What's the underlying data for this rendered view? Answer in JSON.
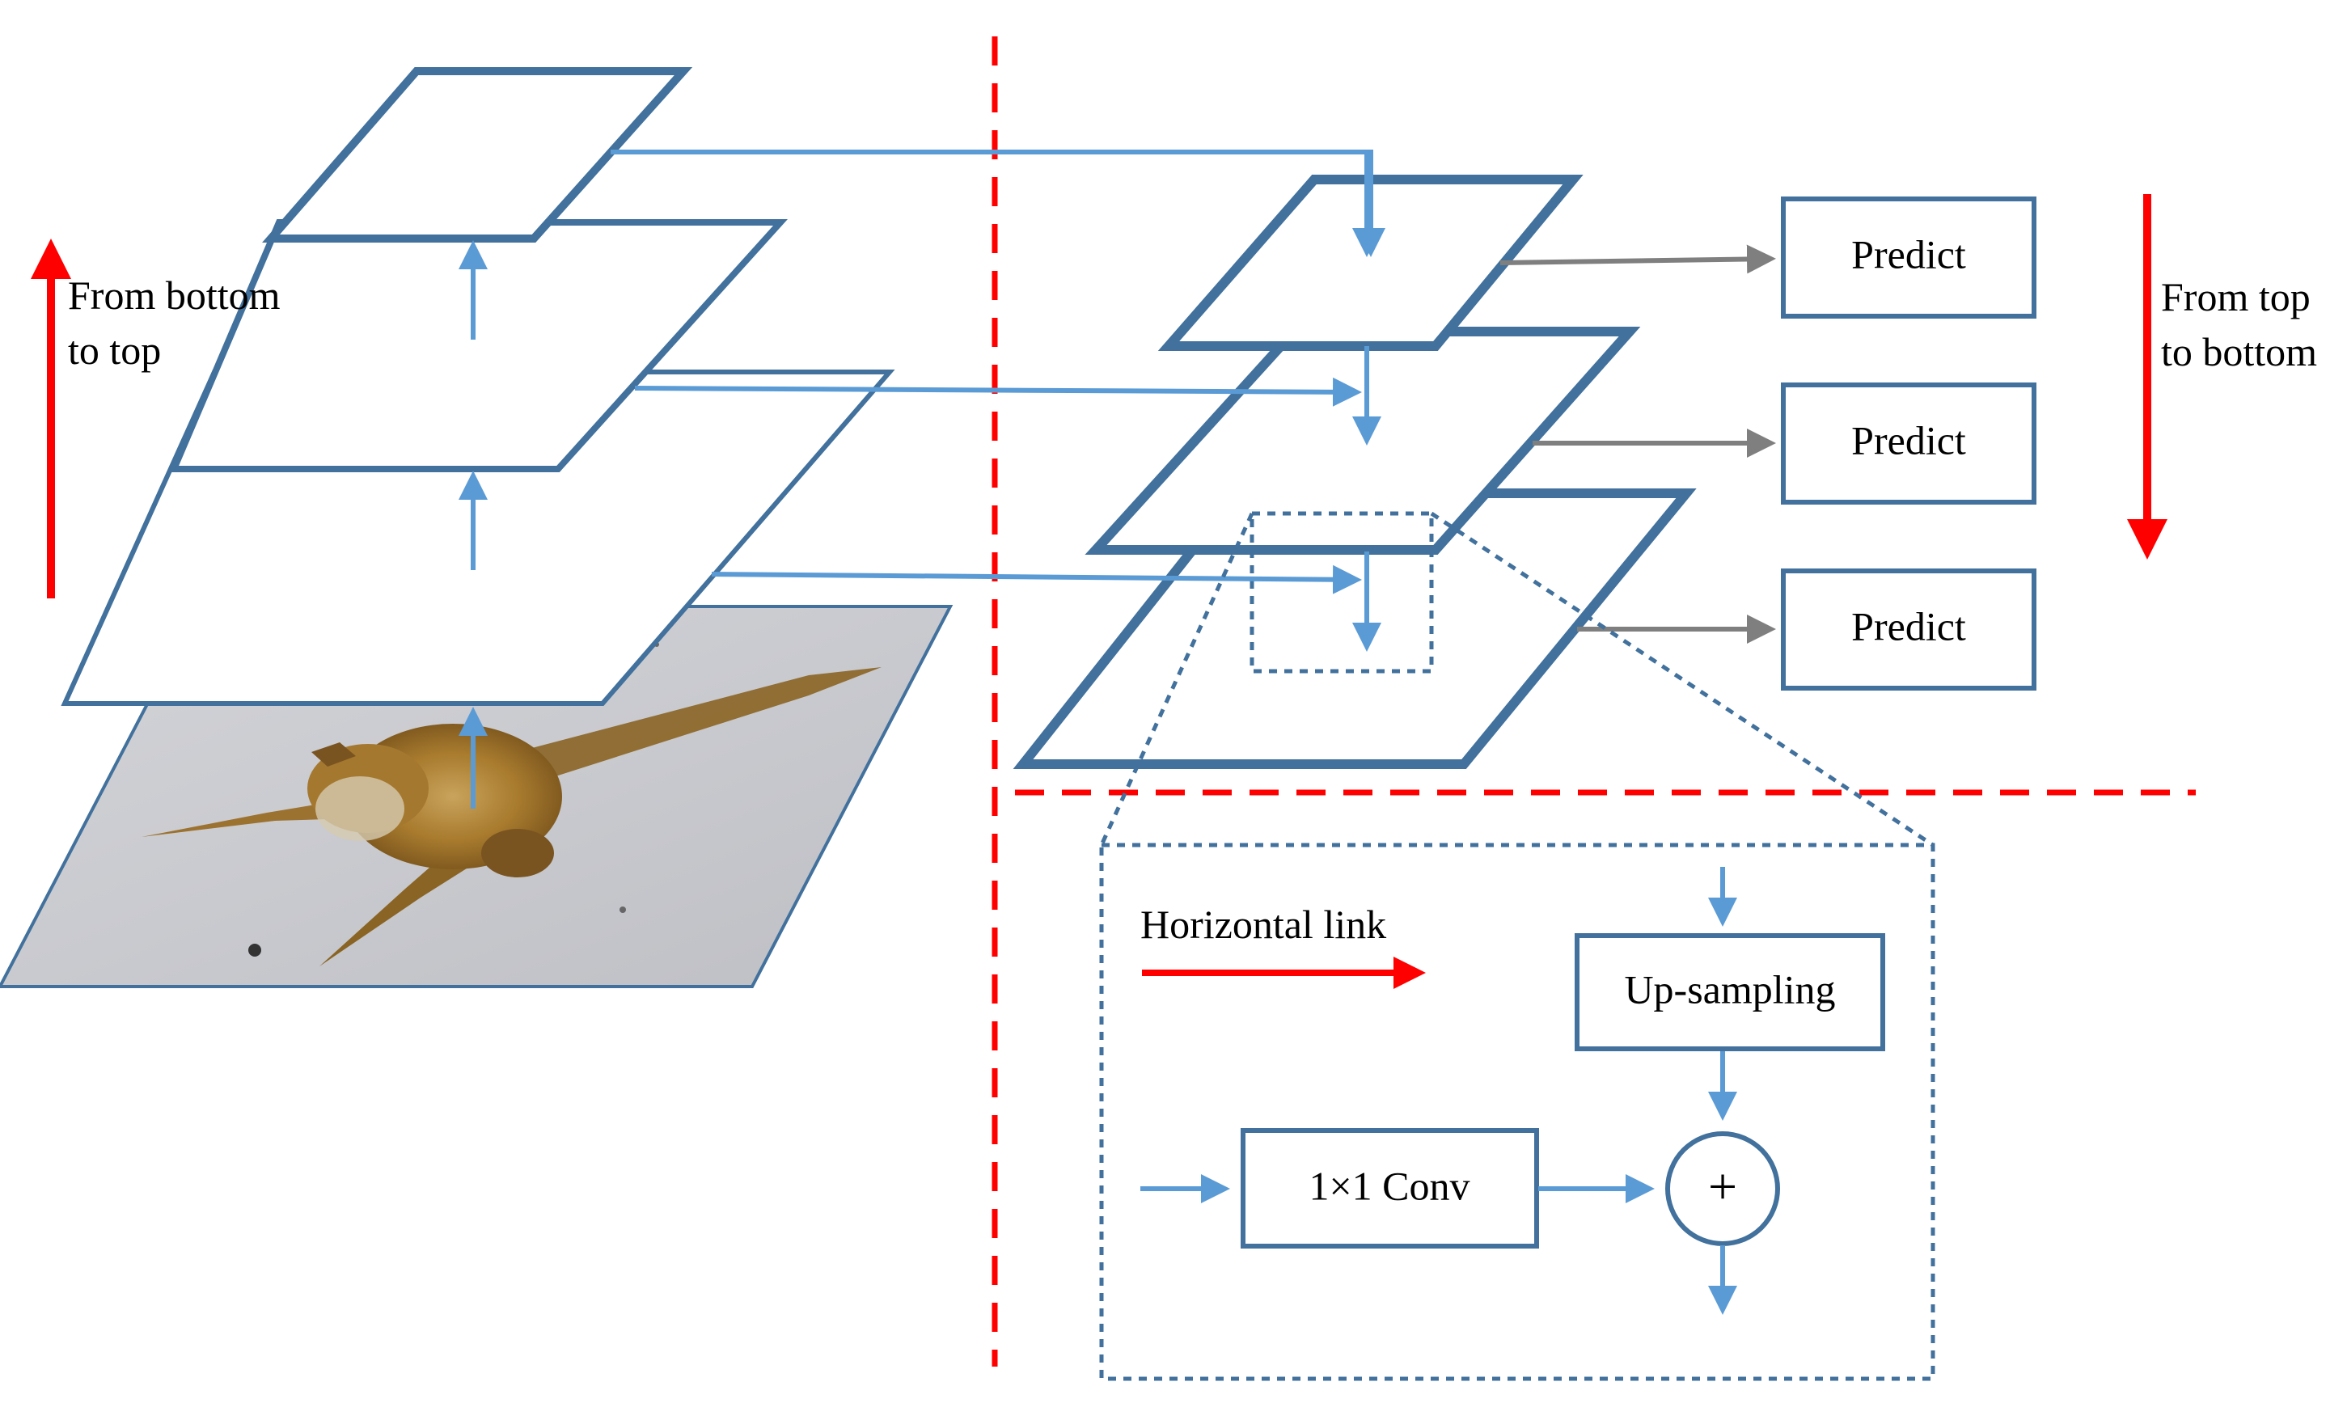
{
  "left_annotation": {
    "line1": "From bottom",
    "line2": "to top"
  },
  "right_annotation": {
    "line1": "From top",
    "line2": "to bottom"
  },
  "predict_boxes": [
    "Predict",
    "Predict",
    "Predict"
  ],
  "detail": {
    "legend_label": "Horizontal link",
    "upsampling_label": "Up-sampling",
    "conv_label": "1×1  Conv",
    "add_symbol": "+"
  },
  "input_image": {
    "subject": "plankton-microscopy-image"
  },
  "colors": {
    "pyramid_stroke": "#41719c",
    "link_arrow": "#5b9bd5",
    "direction_arrow": "#ff0000",
    "divider": "#ff0000",
    "predict_arrow": "#7f7f7f"
  }
}
